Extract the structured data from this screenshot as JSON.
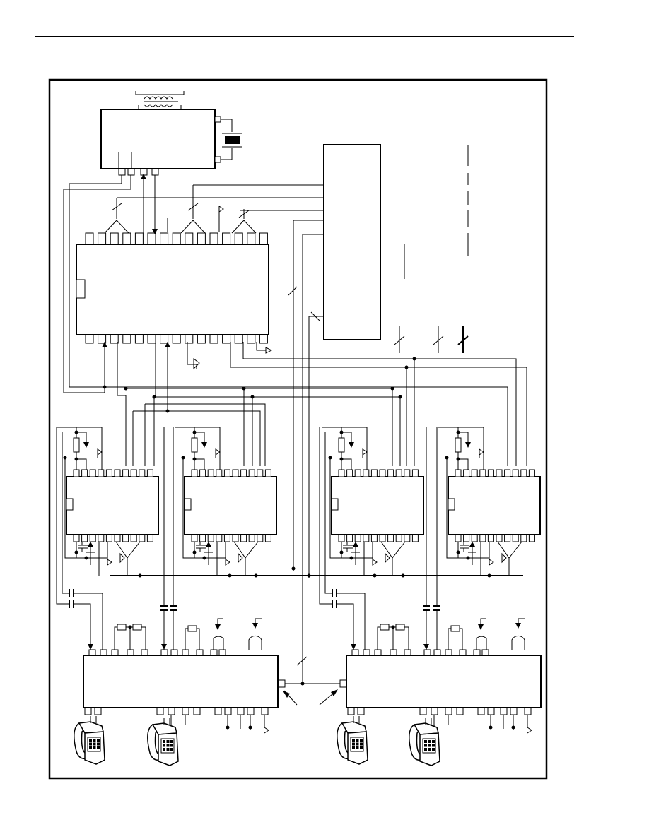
{
  "figure": {
    "kind": "circuit-schematic",
    "printed_text": [],
    "components": [
      {
        "name": "crystal-oscillator-chip",
        "count": 1
      },
      {
        "name": "transformer",
        "count": 1
      },
      {
        "name": "crystal",
        "count": 1
      },
      {
        "name": "controller-ic",
        "count": 1
      },
      {
        "name": "interface-block",
        "count": 1
      },
      {
        "name": "channel-ic",
        "count": 4
      },
      {
        "name": "line-interface-ic",
        "count": 2
      },
      {
        "name": "telephone-handset",
        "count": 4
      }
    ],
    "colors": {
      "ink": "#000000",
      "paper": "#ffffff"
    }
  }
}
